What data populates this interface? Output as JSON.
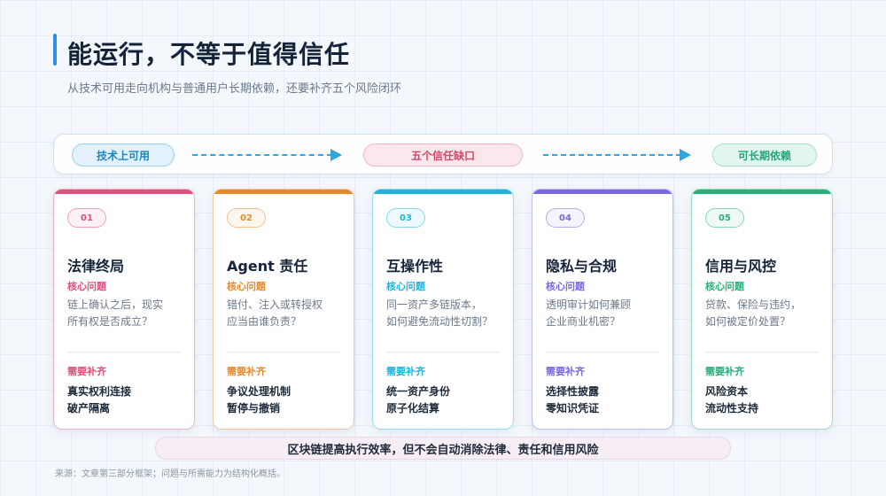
{
  "header": {
    "title": "能运行，不等于值得信任",
    "subtitle": "从技术可用走向机构与普通用户长期依赖，还要补齐五个风险闭环"
  },
  "flow": {
    "start": "技术上可用",
    "middle": "五个信任缺口",
    "end": "可长期依赖"
  },
  "cards": [
    {
      "number": "01",
      "title": "法律终局",
      "question_label": "核心问题",
      "question": [
        "链上确认之后，现实",
        "所有权是否成立？"
      ],
      "need_label": "需要补齐",
      "needs": [
        "真实权利连接",
        "破产隔离"
      ],
      "color": "#e0507a"
    },
    {
      "number": "02",
      "title": "Agent 责任",
      "question_label": "核心问题",
      "question": [
        "错付、注入或转授权",
        "应当由谁负责？"
      ],
      "need_label": "需要补齐",
      "needs": [
        "争议处理机制",
        "暂停与撤销"
      ],
      "color": "#e58a2e"
    },
    {
      "number": "03",
      "title": "互操作性",
      "question_label": "核心问题",
      "question": [
        "同一资产多链版本，",
        "如何避免流动性切割？"
      ],
      "need_label": "需要补齐",
      "needs": [
        "统一资产身份",
        "原子化结算"
      ],
      "color": "#1fb3dc"
    },
    {
      "number": "04",
      "title": "隐私与合规",
      "question_label": "核心问题",
      "question": [
        "透明审计如何兼顾",
        "企业商业机密？"
      ],
      "need_label": "需要补齐",
      "needs": [
        "选择性披露",
        "零知识凭证"
      ],
      "color": "#7a68e0"
    },
    {
      "number": "05",
      "title": "信用与风控",
      "question_label": "核心问题",
      "question": [
        "贷款、保险与违约，",
        "如何被定价处置？"
      ],
      "need_label": "需要补齐",
      "needs": [
        "风险资本",
        "流动性支持"
      ],
      "color": "#27b07a"
    }
  ],
  "conclusion": "区块链提高执行效率，但不会自动消除法律、责任和信用风险",
  "source": "来源：文章第三部分框架；问题与所需能力为结构化概括。",
  "colors": {
    "accent": "#2f8fe8",
    "arrow": "#2ea6e0"
  }
}
